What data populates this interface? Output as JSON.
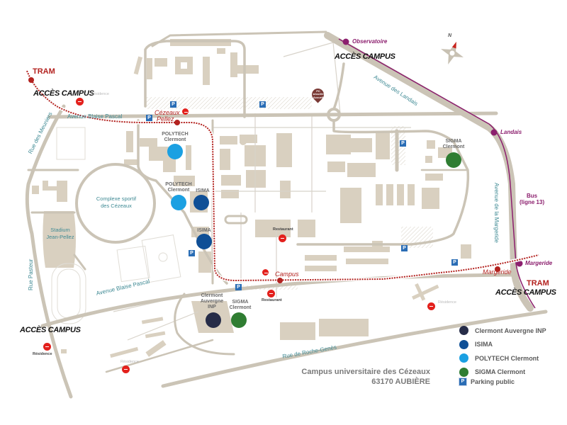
{
  "map": {
    "title": "Campus universitaire des Cézeaux",
    "subtitle": "63170 AUBIÈRE",
    "compass_label": "N",
    "access_label": "ACCÈS CAMPUS",
    "tram_label": "TRAM",
    "bus_label_line1": "Bus",
    "bus_label_line2": "(ligne 13)",
    "tram_stops": [
      {
        "name": "Cézeaux",
        "name2": "Pellez"
      },
      {
        "name": "Campus"
      },
      {
        "name": "Margeride"
      }
    ],
    "bus_stops": [
      "Observatoire",
      "Landais",
      "Margeride"
    ],
    "streets": {
      "blaise_pascal_top": "Avenue Blaise Pascal",
      "blaise_pascal_bottom": "Avenue Blaise Pascal",
      "landais": "Avenue des Landais",
      "margeride": "Avenue de la Margeride",
      "meuniers": "Rue des Meuniers",
      "pasteur": "Rue Pasteur",
      "roche_genes": "Rue de Roche-Genès"
    },
    "places": {
      "complexe_line1": "Complexe sportif",
      "complexe_line2": "des Cézeaux",
      "stadium_line1": "Stadium",
      "stadium_line2": "Jean-Pellez",
      "pc_line1": "PC",
      "pc_line2": "sécurité",
      "pc_line3": "Accueil",
      "restaurant": "Restaurant",
      "residence": "Résidence"
    },
    "schools": [
      {
        "name_line1": "POLYTECH",
        "name_line2": "Clermont",
        "color": "#1ba0e2"
      },
      {
        "name_line1": "POLYTECH",
        "name_line2": "Clermont",
        "color": "#1ba0e2"
      },
      {
        "name_line1": "ISIMA",
        "color": "#0f4f96"
      },
      {
        "name_line1": "ISIMA",
        "color": "#0f4f96"
      },
      {
        "name_line1": "SIGMA",
        "name_line2": "Clermont",
        "color": "#2f7d32"
      },
      {
        "name_line1": "Clermont",
        "name_line2": "Auvergne",
        "name_line3": "INP",
        "color": "#262c48"
      },
      {
        "name_line1": "SIGMA",
        "name_line2": "Clermont",
        "color": "#2f7d32"
      }
    ],
    "parking_symbol": "P"
  },
  "legend": {
    "items": [
      {
        "label": "Clermont Auvergne INP",
        "color": "#262c48"
      },
      {
        "label": "ISIMA",
        "color": "#0f4f96"
      },
      {
        "label": "POLYTECH Clermont",
        "color": "#1ba0e2"
      },
      {
        "label": "SIGMA Clermont",
        "color": "#2f7d32"
      }
    ],
    "parking_label": "Parking public",
    "parking_icon": "parking-icon"
  },
  "colors": {
    "road": "#cbc4b6",
    "building": "#d9d0c0",
    "tram": "#b3221f",
    "bus": "#8c1f6e",
    "street_text": "#3f8a94",
    "restaurant": "#e3201c"
  }
}
